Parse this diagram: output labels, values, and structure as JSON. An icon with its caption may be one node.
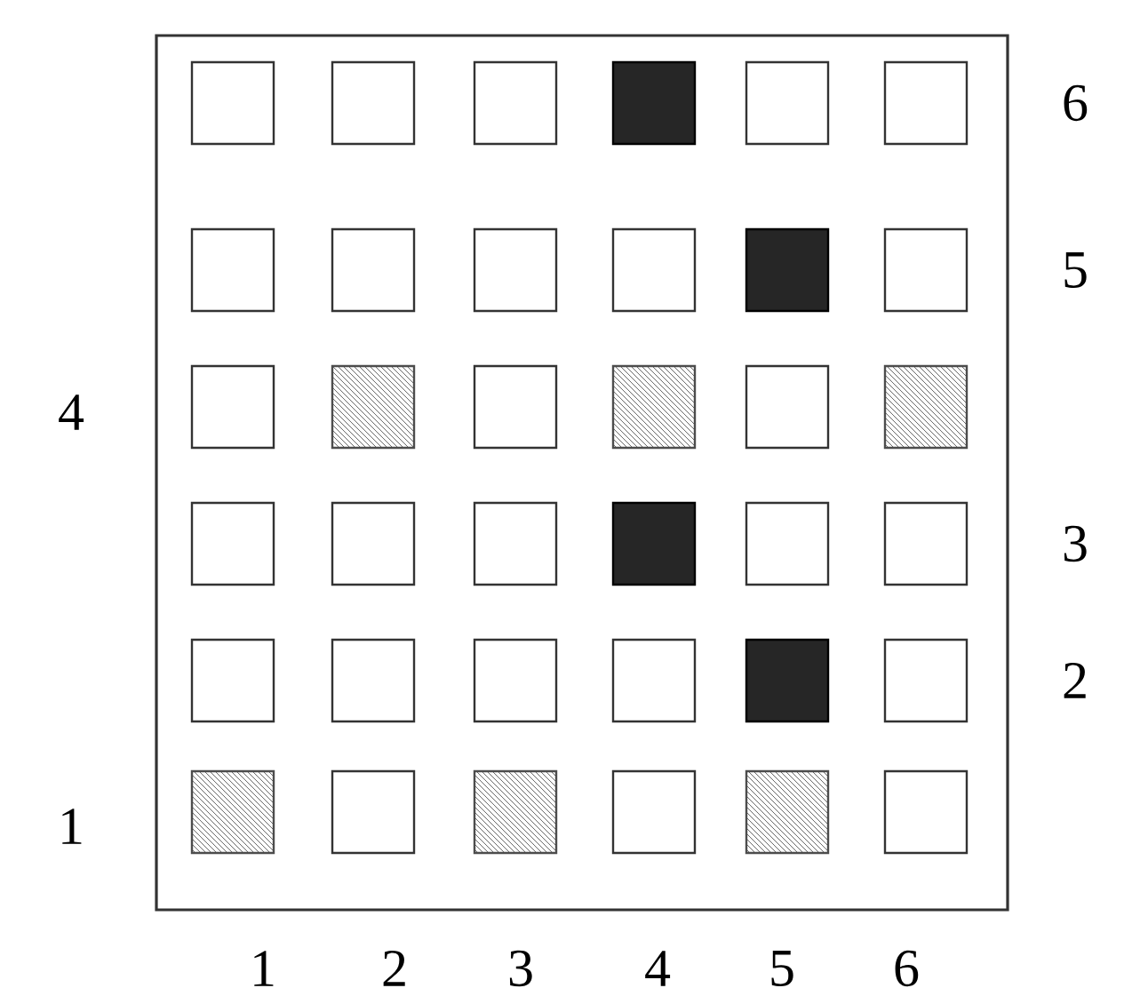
{
  "diagram": {
    "labels": [
      "6",
      "5",
      "4",
      "3",
      "2",
      "1",
      "1",
      "2",
      "3",
      "4",
      "5",
      "6"
    ]
  }
}
